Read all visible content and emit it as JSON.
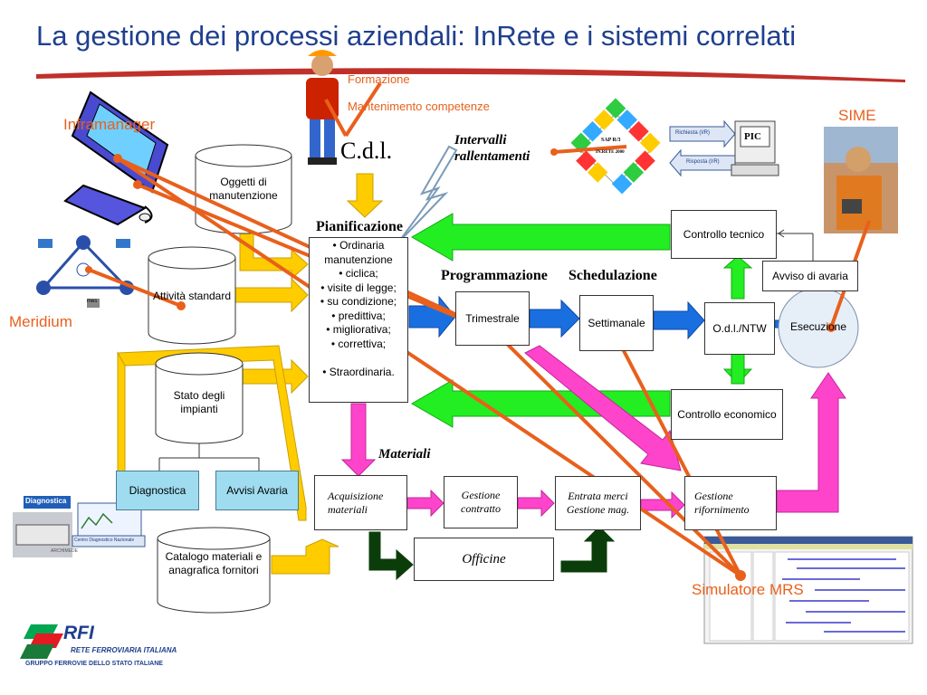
{
  "title": "La gestione dei processi aziendali: InRete e i sistemi correlati",
  "labels": {
    "inframanager": "Inframanager",
    "meridium": "Meridium",
    "sime": "SIME",
    "simulatore": "Simulatore MRS",
    "formazione": "Formazione",
    "mantenimento": "Mantenimento competenze",
    "cdl": "C.d.l.",
    "intervalli_1": "Intervalli",
    "intervalli_2": "rallentamenti",
    "pianificazione": "Pianificazione",
    "programmazione": "Programmazione",
    "schedulazione": "Schedulazione",
    "materiali": "Materiali"
  },
  "cylinders": {
    "oggetti": "Oggetti di manutenzione",
    "attivita": "Attività standard",
    "stato": "Stato degli impianti",
    "catalogo": "Catalogo materiali e anagrafica fornitori"
  },
  "pianificazione_items": [
    "• Ordinaria",
    "manutenzione",
    "• ciclica;",
    "• visite di legge;",
    "• su condizione;",
    "• predittiva;",
    "• migliorativa;",
    "• correttiva;",
    "",
    "• Straordinaria."
  ],
  "boxes": {
    "controllo_tecnico": "Controllo tecnico",
    "avviso_avaria": "Avviso di avaria",
    "trimestrale": "Trimestrale",
    "settimanale": "Settimanale",
    "odl": "O.d.l./NTW",
    "esecuzione": "Esecuzione",
    "controllo_economico": "Controllo economico",
    "diagnostica": "Diagnostica",
    "avvisi_avaria": "Avvisi Avaria",
    "acquisizione": "Acquisizione materiali",
    "gestione_contratto": "Gestione contratto",
    "entrata_merci": "Entrata merci Gestione mag.",
    "gestione_rifornimento": "Gestione rifornimento",
    "officine": "Officine"
  },
  "sap": {
    "sap_line1": "SAP R/3",
    "sap_line2": "IN.RETE 2000",
    "richiesta": "Richiesta (I/R)",
    "risposta": "Risposta (I/R)",
    "pic": "PIC"
  },
  "diagnostica_img": {
    "label": "Diagnostica",
    "cdn": "Centro Diagnostico Nazionale",
    "archimede": "ARCHIMEDE"
  },
  "meridium_img": {
    "mes": "mes"
  },
  "logo": {
    "rfi": "RFI",
    "rfi_full": "RETE FERROVIARIA ITALIANA",
    "gruppo": "GRUPPO FERROVIE DELLO STATO ITALIANE"
  },
  "colors": {
    "title": "#1f3f8f",
    "orange": "#e8601c",
    "yellow": "#ffcc00",
    "green": "#22ee22",
    "blue": "#1a6fe0",
    "magenta": "#ff44cc",
    "darkgreen": "#0b3d0b"
  }
}
